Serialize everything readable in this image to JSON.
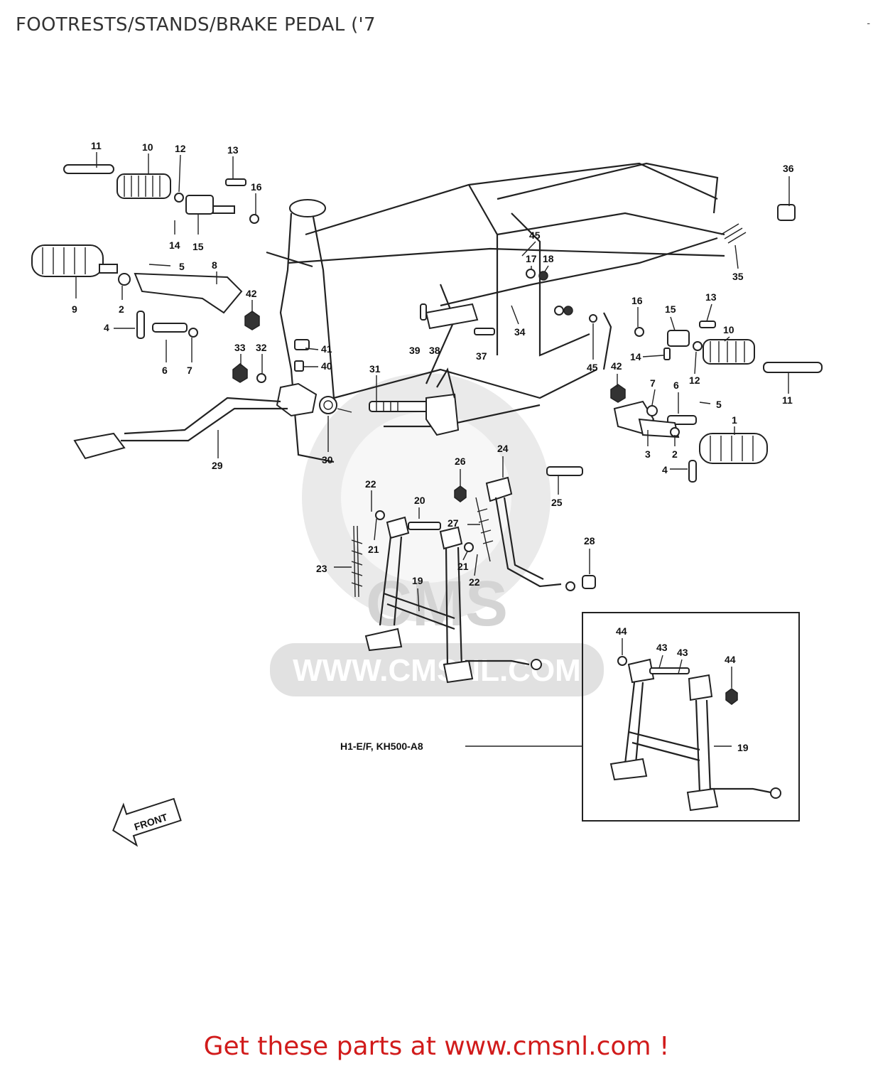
{
  "page": {
    "title": "FOOTRESTS/STANDS/BRAKE PEDAL ('7",
    "corner_mark": "-",
    "footer": "Get these parts at www.cmsnl.com !"
  },
  "watermark": {
    "logo": "CMS",
    "url": "WWW.CMSNL.COM"
  },
  "diagram": {
    "variant_label": "H1-E/F, KH500-A8",
    "front_label": "FRONT",
    "callouts": [
      "11",
      "10",
      "12",
      "13",
      "16",
      "14",
      "15",
      "5",
      "8",
      "9",
      "2",
      "42",
      "4",
      "6",
      "7",
      "33",
      "32",
      "41",
      "40",
      "31",
      "29",
      "30",
      "45",
      "17",
      "18",
      "39",
      "38",
      "37",
      "34",
      "36",
      "35",
      "16",
      "15",
      "13",
      "10",
      "14",
      "12",
      "11",
      "45",
      "42",
      "7",
      "6",
      "5",
      "1",
      "3",
      "2",
      "4",
      "26",
      "24",
      "25",
      "22",
      "20",
      "27",
      "21",
      "23",
      "21",
      "22",
      "19",
      "28",
      "44",
      "43",
      "43",
      "44",
      "19"
    ]
  },
  "colors": {
    "title": "#333333",
    "footer": "#d11b1b",
    "line": "#222222",
    "watermark": "#d9d9d9"
  }
}
